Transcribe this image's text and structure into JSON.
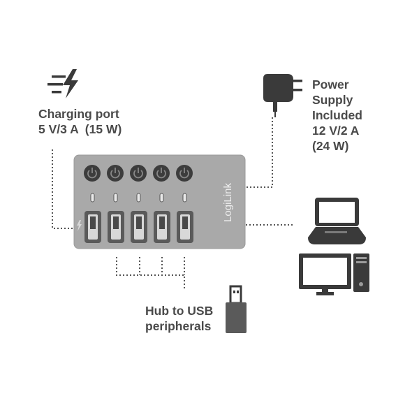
{
  "charging": {
    "line1": "Charging port",
    "line2": "5 V/3 A  (15 W)"
  },
  "power": {
    "line1": "Power",
    "line2": "Supply",
    "line3": "Included",
    "line4": "12 V/2 A",
    "line5": "(24 W)"
  },
  "hub": {
    "brand": "LogiLink",
    "port_count": 5
  },
  "peripherals": {
    "line1": "Hub to USB",
    "line2": "peripherals"
  },
  "colors": {
    "text": "#4a4a4a",
    "hub_body": "#a9a9a9",
    "hub_edge": "#9a9a9a",
    "port": "#5a5a5a",
    "button": "#3c3c3c",
    "dotted_line": "#555555"
  },
  "icons": [
    "lightning-speed-icon",
    "power-adapter-icon",
    "laptop-icon",
    "desktop-computer-icon",
    "usb-stick-icon",
    "lightning-small-icon"
  ]
}
